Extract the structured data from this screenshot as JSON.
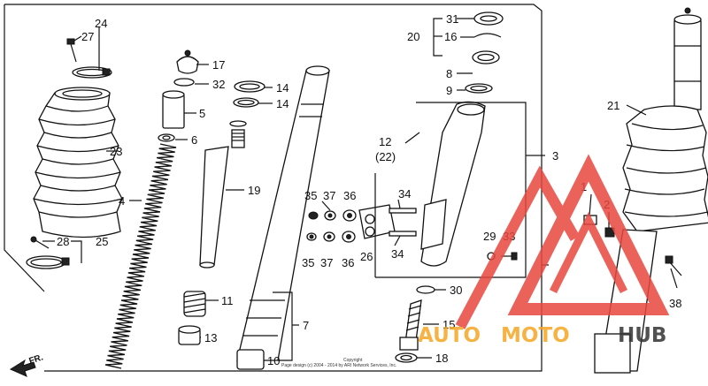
{
  "callouts": [
    {
      "id": "24",
      "text": "24"
    },
    {
      "id": "27",
      "text": "27"
    },
    {
      "id": "17",
      "text": "17"
    },
    {
      "id": "32",
      "text": "32"
    },
    {
      "id": "14a",
      "text": "14"
    },
    {
      "id": "14b",
      "text": "14"
    },
    {
      "id": "5",
      "text": "5"
    },
    {
      "id": "6",
      "text": "6"
    },
    {
      "id": "23",
      "text": "23"
    },
    {
      "id": "19",
      "text": "19"
    },
    {
      "id": "4",
      "text": "4"
    },
    {
      "id": "28",
      "text": "28"
    },
    {
      "id": "25",
      "text": "25"
    },
    {
      "id": "11",
      "text": "11"
    },
    {
      "id": "13",
      "text": "13"
    },
    {
      "id": "7",
      "text": "7"
    },
    {
      "id": "10",
      "text": "10"
    },
    {
      "id": "35a",
      "text": "35"
    },
    {
      "id": "37a",
      "text": "37"
    },
    {
      "id": "36a",
      "text": "36"
    },
    {
      "id": "35b",
      "text": "35"
    },
    {
      "id": "37b",
      "text": "37"
    },
    {
      "id": "36b",
      "text": "36"
    },
    {
      "id": "26",
      "text": "26"
    },
    {
      "id": "34a",
      "text": "34"
    },
    {
      "id": "34b",
      "text": "34"
    },
    {
      "id": "31",
      "text": "31"
    },
    {
      "id": "20",
      "text": "20"
    },
    {
      "id": "16",
      "text": "16"
    },
    {
      "id": "8",
      "text": "8"
    },
    {
      "id": "9",
      "text": "9"
    },
    {
      "id": "12",
      "text": "12"
    },
    {
      "id": "22",
      "text": "(22)"
    },
    {
      "id": "3",
      "text": "3"
    },
    {
      "id": "29",
      "text": "29"
    },
    {
      "id": "33",
      "text": "33"
    },
    {
      "id": "30",
      "text": "30"
    },
    {
      "id": "15",
      "text": "15"
    },
    {
      "id": "18",
      "text": "18"
    },
    {
      "id": "21",
      "text": "21"
    },
    {
      "id": "1",
      "text": "1"
    },
    {
      "id": "2",
      "text": "2"
    },
    {
      "id": "38",
      "text": "38"
    }
  ],
  "direction_label": "FR.",
  "copyright": {
    "line1": "Copyright",
    "line2": "Page design (c) 2004 - 2014 by ARI Network Services, Inc."
  },
  "watermark": {
    "text_a": "AUTO",
    "text_b": "MOTO",
    "text_c": "HUB",
    "color_red": "#e8473f",
    "color_orange": "#f5a623",
    "color_dark": "#333333"
  }
}
